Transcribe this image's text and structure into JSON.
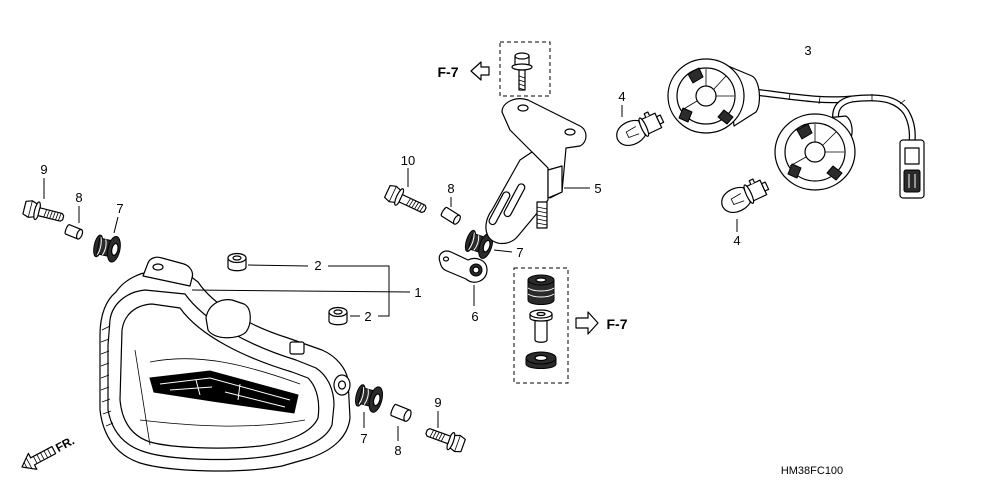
{
  "diagram": {
    "callouts": {
      "part_9_left": "9",
      "part_8_left": "8",
      "part_7_left": "7",
      "part_10": "10",
      "part_8_middle": "8",
      "part_7_right": "7",
      "part_6": "6",
      "part_5": "5",
      "part_4_upper": "4",
      "part_4_lower": "4",
      "part_3": "3",
      "part_2_upper": "2",
      "part_2_lower": "2",
      "part_1": "1",
      "part_9_bottom": "9",
      "part_7_bottom": "7",
      "part_8_bottom": "8"
    },
    "reference_upper": "F-7",
    "reference_lower": "F-7",
    "front_indicator": "FR.",
    "drawing_code": "HM38FC100"
  },
  "colors": {
    "line": "#000000",
    "background": "#ffffff",
    "rubber_fill": "#2b2b2b"
  }
}
